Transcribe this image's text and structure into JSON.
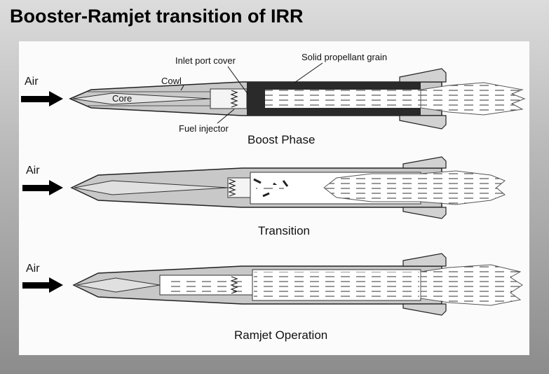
{
  "title": "Booster-Ramjet transition of IRR",
  "labels": {
    "air": "Air",
    "cowl": "Cowl",
    "core": "Core",
    "inlet_port_cover": "Inlet port cover",
    "solid_propellant_grain": "Solid propellant grain",
    "fuel_injector": "Fuel injector"
  },
  "phases": [
    {
      "caption": "Boost Phase"
    },
    {
      "caption": "Transition"
    },
    {
      "caption": "Ramjet Operation"
    }
  ]
}
